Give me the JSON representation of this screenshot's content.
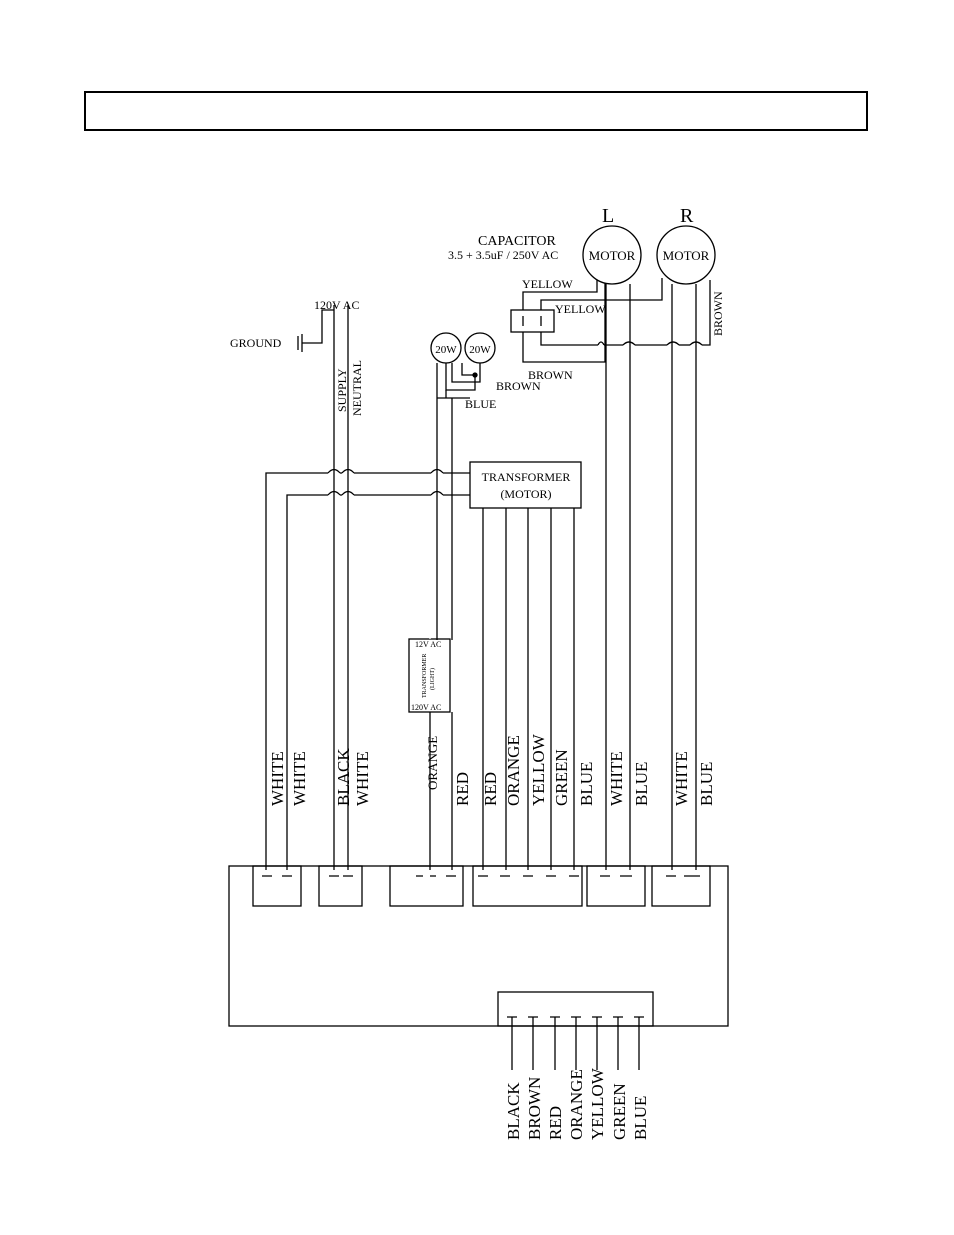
{
  "labels": {
    "motor_l": "L",
    "motor_r": "R",
    "motor": "MOTOR",
    "capacitor": "CAPACITOR",
    "capacitor_spec": "3.5 + 3.5uF / 250V AC",
    "yellow": "YELLOW",
    "brown": "BROWN",
    "blue": "BLUE",
    "supply_voltage": "120V AC",
    "ground": "GROUND",
    "supply": "SUPPLY",
    "neutral": "NEUTRAL",
    "lamp_watt": "20W",
    "transformer_motor_1": "TRANSFORMER",
    "transformer_motor_2": "(MOTOR)",
    "light_tx_top": "12V AC",
    "light_tx_mid1": "TRANSFORMER",
    "light_tx_mid2": "(LIGHT)",
    "light_tx_bottom": "120V AC"
  },
  "upper_wires": [
    "WHITE",
    "WHITE",
    "BLACK",
    "WHITE",
    "ORANGE",
    "RED",
    "RED",
    "ORANGE",
    "YELLOW",
    "GREEN",
    "BLUE",
    "WHITE",
    "BLUE",
    "WHITE",
    "BLUE"
  ],
  "lower_wires": [
    "BLACK",
    "BROWN",
    "RED",
    "ORANGE",
    "YELLOW",
    "GREEN",
    "BLUE"
  ]
}
